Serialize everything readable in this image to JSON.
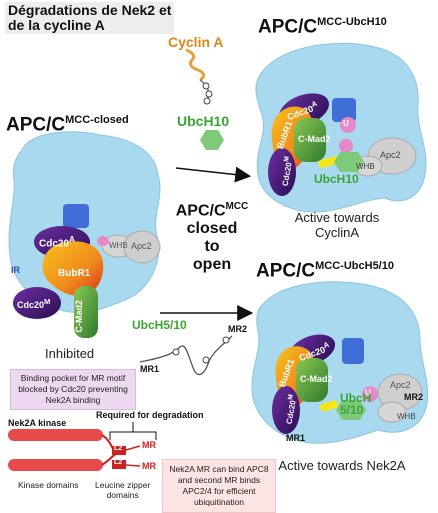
{
  "title": {
    "line1": "Dégradations de Nek2 et",
    "line2": "de la cycline A"
  },
  "complexes": {
    "closed": {
      "base": "APC/C",
      "sup": "MCC-closed"
    },
    "ubch10": {
      "base": "APC/C",
      "sup": "MCC-UbcH10"
    },
    "ubch510": {
      "base": "APC/C",
      "sup": "MCC-UbcH5/10"
    },
    "transition": {
      "base": "APC/C",
      "sup": "MCC",
      "line2": "closed",
      "line3": "to",
      "line4": "open"
    }
  },
  "labels": {
    "cyclin_a": "Cyclin A",
    "ubch10": "UbcH10",
    "ubch10_bound": "UbcH10",
    "ubch510": "UbcH5/10",
    "ubch510_bound_1": "UbcH",
    "ubch510_bound_2": "5/10",
    "inhibited": "Inhibited",
    "active_cyclina_1": "Active towards",
    "active_cyclina_2": "CyclinA",
    "active_nek2a": "Active towards Nek2A",
    "cdc20a": "Cdc20",
    "cdc20a_sup": "A",
    "bubr1": "BubR1",
    "cdc20m": "Cdc20",
    "cdc20m_sup": "M",
    "cmad2": "C-Mad2",
    "whb": "WHB",
    "apc2": "Apc2",
    "ir": "IR",
    "mr1": "MR1",
    "mr2": "MR2",
    "u": "U"
  },
  "notes": {
    "binding_pocket": "Binding pocket for MR motif blocked by Cdc20 preventing Nek2A binding",
    "nek2a_mr": "Nek2A MR can bind APC8 and second MR binds APC2/4 for efficient ubiquitination"
  },
  "nek2a": {
    "kinase_label": "Nek2A kinase",
    "required": "Required for degradation",
    "l2": "L2",
    "mr": "MR",
    "kinase_domains": "Kinase domains",
    "leucine_1": "Leucine zipper",
    "leucine_2": "domains"
  },
  "colors": {
    "apc_body": "#a9d9ef",
    "cdc20": "#4b1d78",
    "bubr1": "#f08a1c",
    "cmad2": "#4a9a3a",
    "ubch10": "#7fc97a",
    "accent_pink": "#e58ac6",
    "blue_square": "#3f6fd6",
    "nek2_bar": "#e74a4a",
    "note_violet": "#ecd9ef",
    "note_pink": "#fde4e4"
  }
}
